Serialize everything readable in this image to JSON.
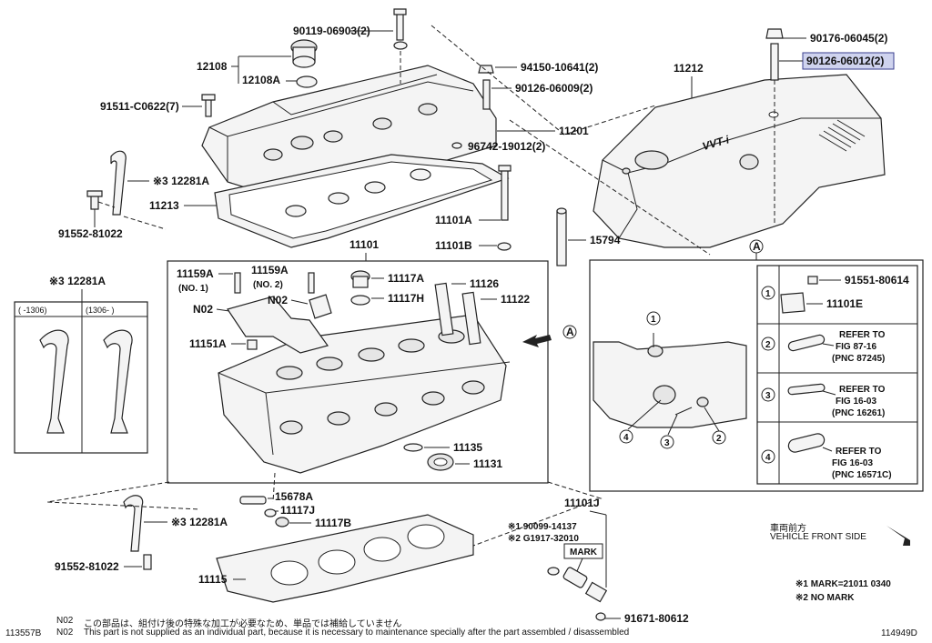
{
  "labels": {
    "bolt_90119": "90119-06903(2)",
    "cap_12108": "12108",
    "cap_12108A": "12108A",
    "bolt_91511": "91511-C0622(7)",
    "hanger_12281A_top": "※3 12281A",
    "gasket_11213": "11213",
    "bolt_91552_top": "91552-81022",
    "nut_94150": "94150-10641(2)",
    "stud_90126_6009": "90126-06009(2)",
    "cover_11201": "11201",
    "seal_96742": "96742-19012(2)",
    "bolt_11101A": "11101A",
    "washer_11101B": "11101B",
    "pin_15794": "15794",
    "cover_11212": "11212",
    "nut_90176": "90176-06045(2)",
    "stud_90126_6012": "90126-06012(2)",
    "head_11101": "11101",
    "bolt_11159A_1": "11159A",
    "bolt_11159A_1_sub": "(NO. 1)",
    "bolt_11159A_2": "11159A",
    "bolt_11159A_2_sub": "(NO. 2)",
    "n02_a": "N02",
    "n02_b": "N02",
    "plug_11117A": "11117A",
    "gasket_11117H": "11117H",
    "guide_11126": "11126",
    "guide_11122": "11122",
    "pin_11151A": "11151A",
    "ring_11135": "11135",
    "seal_11131": "11131",
    "stud_15678A": "15678A",
    "gasket_11117J": "11117J",
    "plug_11117B": "11117B",
    "hanger_12281A_bot": "※3 12281A",
    "bolt_91552_bot": "91552-81022",
    "gasket_11115": "11115",
    "sensor_11101J": "11101J",
    "sensor_note1": "※1 90099-14137",
    "sensor_note2": "※2 G1917-32010",
    "mark_box": "MARK",
    "bolt_91671": "91671-80612",
    "view_a_arrow": "A",
    "view_a_title": "A",
    "legend_title": "※3 12281A",
    "legend_col1": "(      -1306)",
    "legend_col2": "(1306-      )"
  },
  "detail_rows": [
    {
      "num": "1",
      "line1": "91551-80614",
      "line2": "11101E",
      "line3": ""
    },
    {
      "num": "2",
      "line1": "REFER TO",
      "line2": "FIG 87-16",
      "line3": "(PNC 87245)"
    },
    {
      "num": "3",
      "line1": "REFER TO",
      "line2": "FIG 16-03",
      "line3": "(PNC 16261)"
    },
    {
      "num": "4",
      "line1": "REFER TO",
      "line2": "FIG 16-03",
      "line3": "(PNC 16571C)"
    }
  ],
  "callouts": [
    "1",
    "2",
    "3",
    "4"
  ],
  "cover_logo": "VVT-i",
  "front": {
    "jp": "車両前方",
    "en": "VEHICLE FRONT SIDE"
  },
  "marks": {
    "m1": "※1 MARK=21011 0340",
    "m2": "※2 NO MARK"
  },
  "footer": {
    "left_code": "113557B",
    "right_code": "114949D",
    "n02_jp_tag": "N02",
    "n02_jp": "この部品は、組付け後の特殊な加工が必要なため、単品では補給していません",
    "n02_en_tag": "N02",
    "n02_en": "This part is not supplied as an individual part, because it is necessary to maintenance specially after the part assembled / disassembled"
  },
  "colors": {
    "highlight": "#cfd3ee",
    "line": "#222222"
  }
}
